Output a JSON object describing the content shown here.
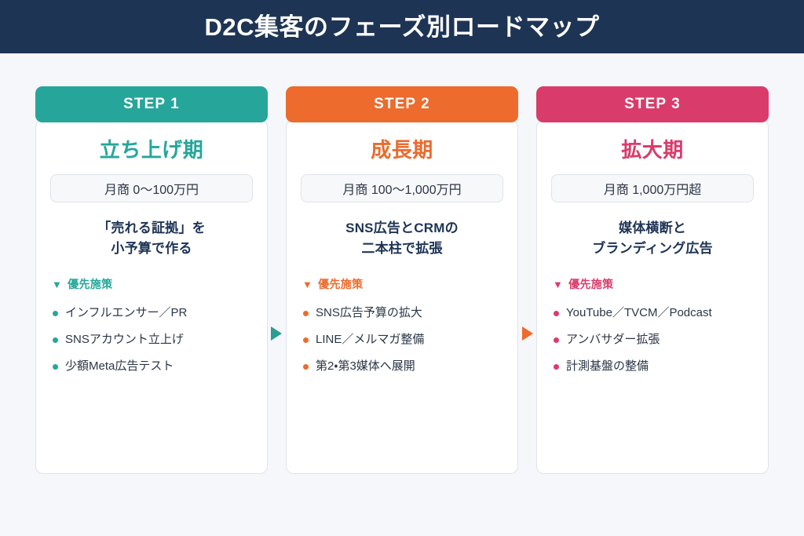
{
  "header": {
    "title": "D2C集客のフェーズ別ロードマップ",
    "background": "#1e3455",
    "text_color": "#ffffff"
  },
  "page": {
    "background": "#f5f7fb"
  },
  "steps": [
    {
      "chip_label": "STEP 1",
      "accent": "#26a69a",
      "phase_title": "立ち上げ期",
      "revenue": "月商 0〜100万円",
      "summary_line1": "「売れる証拠」を",
      "summary_line2": "小予算で作る",
      "priority_marker": "▼",
      "priority_label": "優先施策",
      "actions": [
        "インフルエンサー／PR",
        "SNSアカウント立上げ",
        "少額Meta広告テスト"
      ]
    },
    {
      "chip_label": "STEP 2",
      "accent": "#ec6b2d",
      "phase_title": "成長期",
      "revenue": "月商 100〜1,000万円",
      "summary_line1": "SNS広告とCRMの",
      "summary_line2": "二本柱で拡張",
      "priority_marker": "▼",
      "priority_label": "優先施策",
      "actions": [
        "SNS広告予算の拡大",
        "LINE／メルマガ整備",
        "第2・第3媒体へ展開"
      ]
    },
    {
      "chip_label": "STEP 3",
      "accent": "#d93c6b",
      "phase_title": "拡大期",
      "revenue": "月商 1,000万円超",
      "summary_line1": "媒体横断と",
      "summary_line2": "ブランディング広告",
      "priority_marker": "▼",
      "priority_label": "優先施策",
      "actions": [
        "YouTube／TVCM／Podcast",
        "アンバサダー拡張",
        "計測基盤の整備"
      ]
    }
  ],
  "connectors": [
    {
      "name": "arrow-step1-to-step2",
      "color": "#2a9d8f"
    },
    {
      "name": "arrow-step2-to-step3",
      "color": "#ec6b2d"
    }
  ]
}
